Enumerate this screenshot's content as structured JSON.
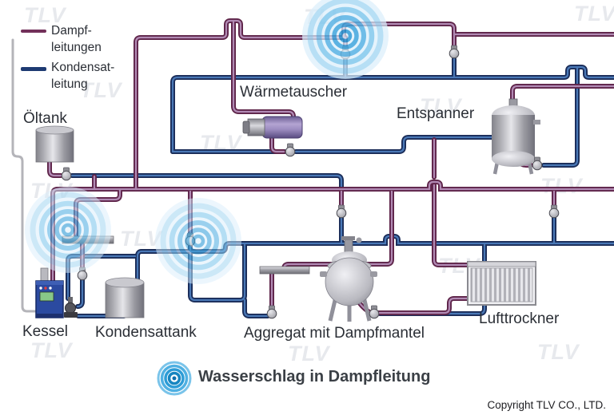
{
  "watermark": "TLV",
  "legend": {
    "steam": {
      "line1": "Dampf-",
      "line2": "leitungen"
    },
    "condensate": {
      "line1": "Kondensat-",
      "line2": "leitung"
    }
  },
  "labels": {
    "oil_tank": "Öltank",
    "heat_exchanger": "Wärmetauscher",
    "flash_vessel": "Entspanner",
    "boiler": "Kessel",
    "condensate_tank": "Kondensattank",
    "jacketed_vessel": "Aggregat mit Dampfmantel",
    "air_dryer": "Lufttrockner"
  },
  "caption": {
    "water_hammer": "Wasserschlag in Dampfleitung"
  },
  "copyright": "Copyright TLV CO., LTD.",
  "colors": {
    "steam_line": "#72305a",
    "condensate_line": "#1e3a72",
    "water_hammer_blue": "#3aa3de"
  }
}
